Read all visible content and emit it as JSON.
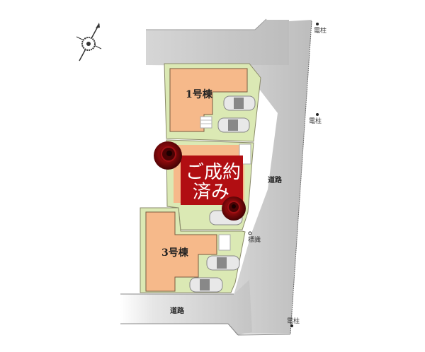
{
  "map": {
    "lots": [
      {
        "id": "lot-1",
        "label": "1号棟",
        "status": "available"
      },
      {
        "id": "lot-2",
        "label": "",
        "status": "sold"
      },
      {
        "id": "lot-3",
        "label": "3号棟",
        "status": "available"
      }
    ],
    "sold_banner": {
      "line1": "ご成約",
      "line2": "済み"
    },
    "roads": [
      {
        "id": "road-east",
        "label": "道路"
      },
      {
        "id": "road-south",
        "label": "道路"
      }
    ],
    "markers": [
      {
        "id": "pole-1",
        "label": "電柱"
      },
      {
        "id": "pole-2",
        "label": "電柱"
      },
      {
        "id": "pole-3",
        "label": "電柱"
      },
      {
        "id": "sign-1",
        "label": "標識"
      }
    ],
    "compass": "north-arrow",
    "colors": {
      "road": "#c8c8c8",
      "lot": "#dbe9b4",
      "house": "#f6b98a",
      "sold": "#b10e12",
      "rose": "#6e0608"
    }
  }
}
